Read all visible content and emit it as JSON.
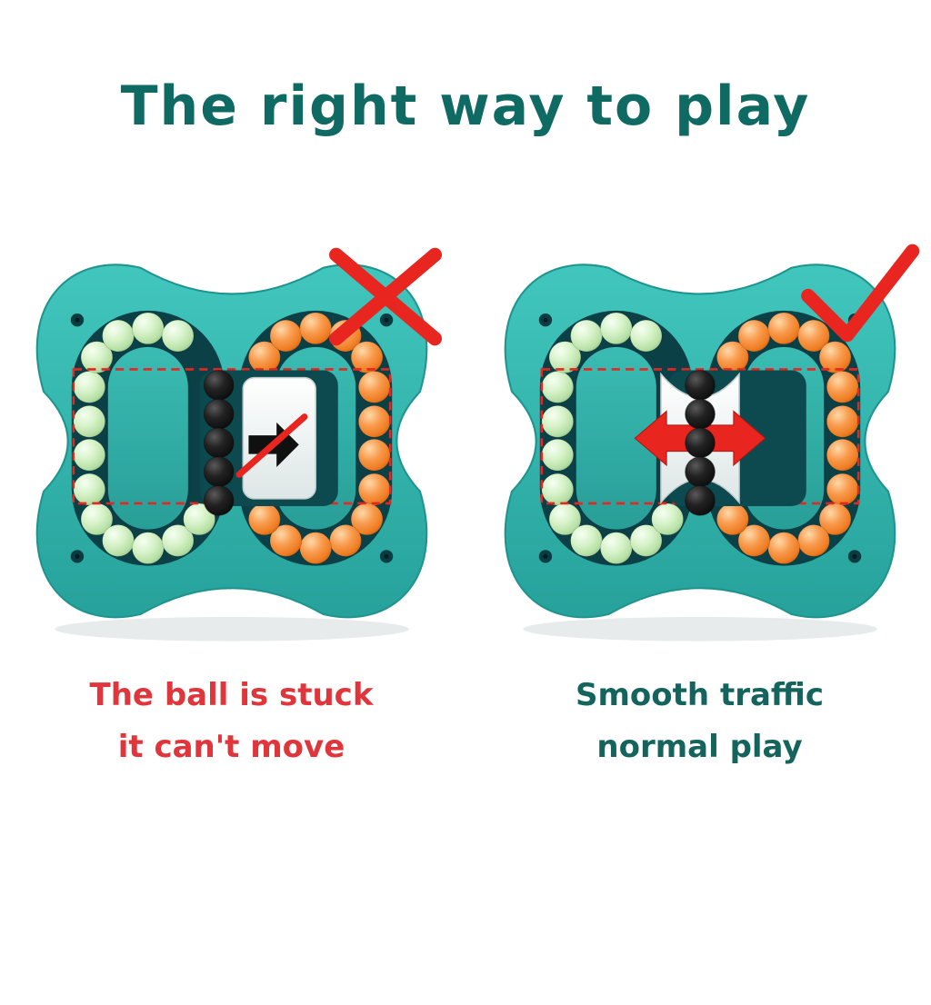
{
  "title": "The right way to play",
  "panels": {
    "wrong": {
      "mark": "x-mark",
      "caption_line1": "The ball is stuck",
      "caption_line2": "it can't move"
    },
    "right": {
      "mark": "check-mark",
      "caption_line1": "Smooth traffic",
      "caption_line2": "normal play"
    }
  },
  "colors": {
    "title": "#0e6a62",
    "toy_body": "#2fb3ab",
    "toy_recess": "#0b4046",
    "bead_green": "#cdeec0",
    "bead_orange": "#f1822a",
    "bead_black": "#161616",
    "annotation_red": "#e8251f",
    "caption_wrong": "#e0353a",
    "caption_right": "#15635d"
  }
}
